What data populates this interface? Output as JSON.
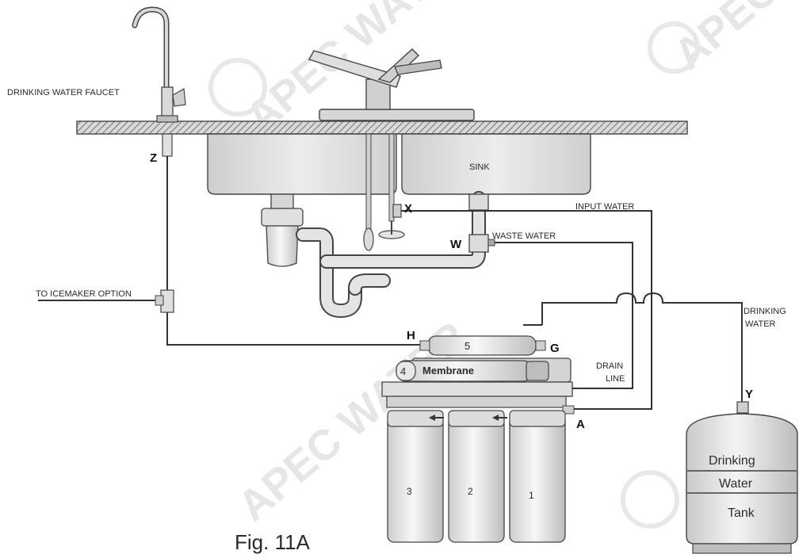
{
  "watermark": {
    "text": "APEC WATER"
  },
  "labels": {
    "faucet": "DRINKING WATER FAUCET",
    "sink": "SINK",
    "input_water": "INPUT WATER",
    "waste_water": "WASTE WATER",
    "icemaker": "TO ICEMAKER OPTION",
    "drinking_water_1": "DRINKING",
    "drinking_water_2": "WATER",
    "drain_line_1": "DRAIN",
    "drain_line_2": "LINE",
    "membrane": "Membrane",
    "figure": "Fig. 11A"
  },
  "points": {
    "z": "Z",
    "x": "X",
    "w": "W",
    "h": "H",
    "g": "G",
    "y": "Y",
    "a": "A"
  },
  "stages": {
    "s1": "1",
    "s2": "2",
    "s3": "3",
    "s4": "4",
    "s5": "5"
  },
  "tank": {
    "line1": "Drinking",
    "line2": "Water",
    "line3": "Tank"
  }
}
